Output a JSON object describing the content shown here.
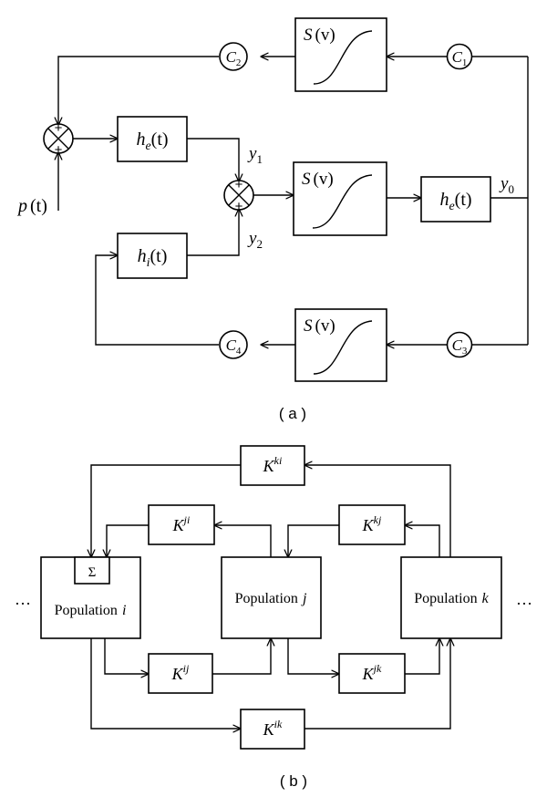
{
  "panel_a": {
    "caption": "( a )",
    "sigmoid_label": "S",
    "sigmoid_arg": "(v)",
    "he_top": {
      "fn": "h",
      "sub": "e",
      "arg": "(t)"
    },
    "he_right": {
      "fn": "h",
      "sub": "e",
      "arg": "(t)"
    },
    "hi": {
      "fn": "h",
      "sub": "i",
      "arg": "(t)"
    },
    "input": {
      "fn": "p",
      "arg": "(t)"
    },
    "signals": {
      "y0": {
        "base": "y",
        "sub": "0"
      },
      "y1": {
        "base": "y",
        "sub": "1"
      },
      "y2": {
        "base": "y",
        "sub": "2"
      }
    },
    "constants": {
      "c1": {
        "base": "C",
        "sub": "1"
      },
      "c2": {
        "base": "C",
        "sub": "2"
      },
      "c3": {
        "base": "C",
        "sub": "3"
      },
      "c4": {
        "base": "C",
        "sub": "4"
      }
    },
    "plus": "+"
  },
  "panel_b": {
    "caption": "( b )",
    "populations": {
      "i": {
        "label": "Population",
        "var": "i"
      },
      "j": {
        "label": "Population",
        "var": "j"
      },
      "k": {
        "label": "Population",
        "var": "k"
      }
    },
    "sum_symbol": "Σ",
    "ellipsis": "…",
    "gains": {
      "ki": {
        "base": "K",
        "sup": "ki"
      },
      "ji": {
        "base": "K",
        "sup": "ji"
      },
      "kj": {
        "base": "K",
        "sup": "kj"
      },
      "ij": {
        "base": "K",
        "sup": "ij"
      },
      "jk": {
        "base": "K",
        "sup": "jk"
      },
      "ik": {
        "base": "K",
        "sup": "ik"
      }
    }
  }
}
